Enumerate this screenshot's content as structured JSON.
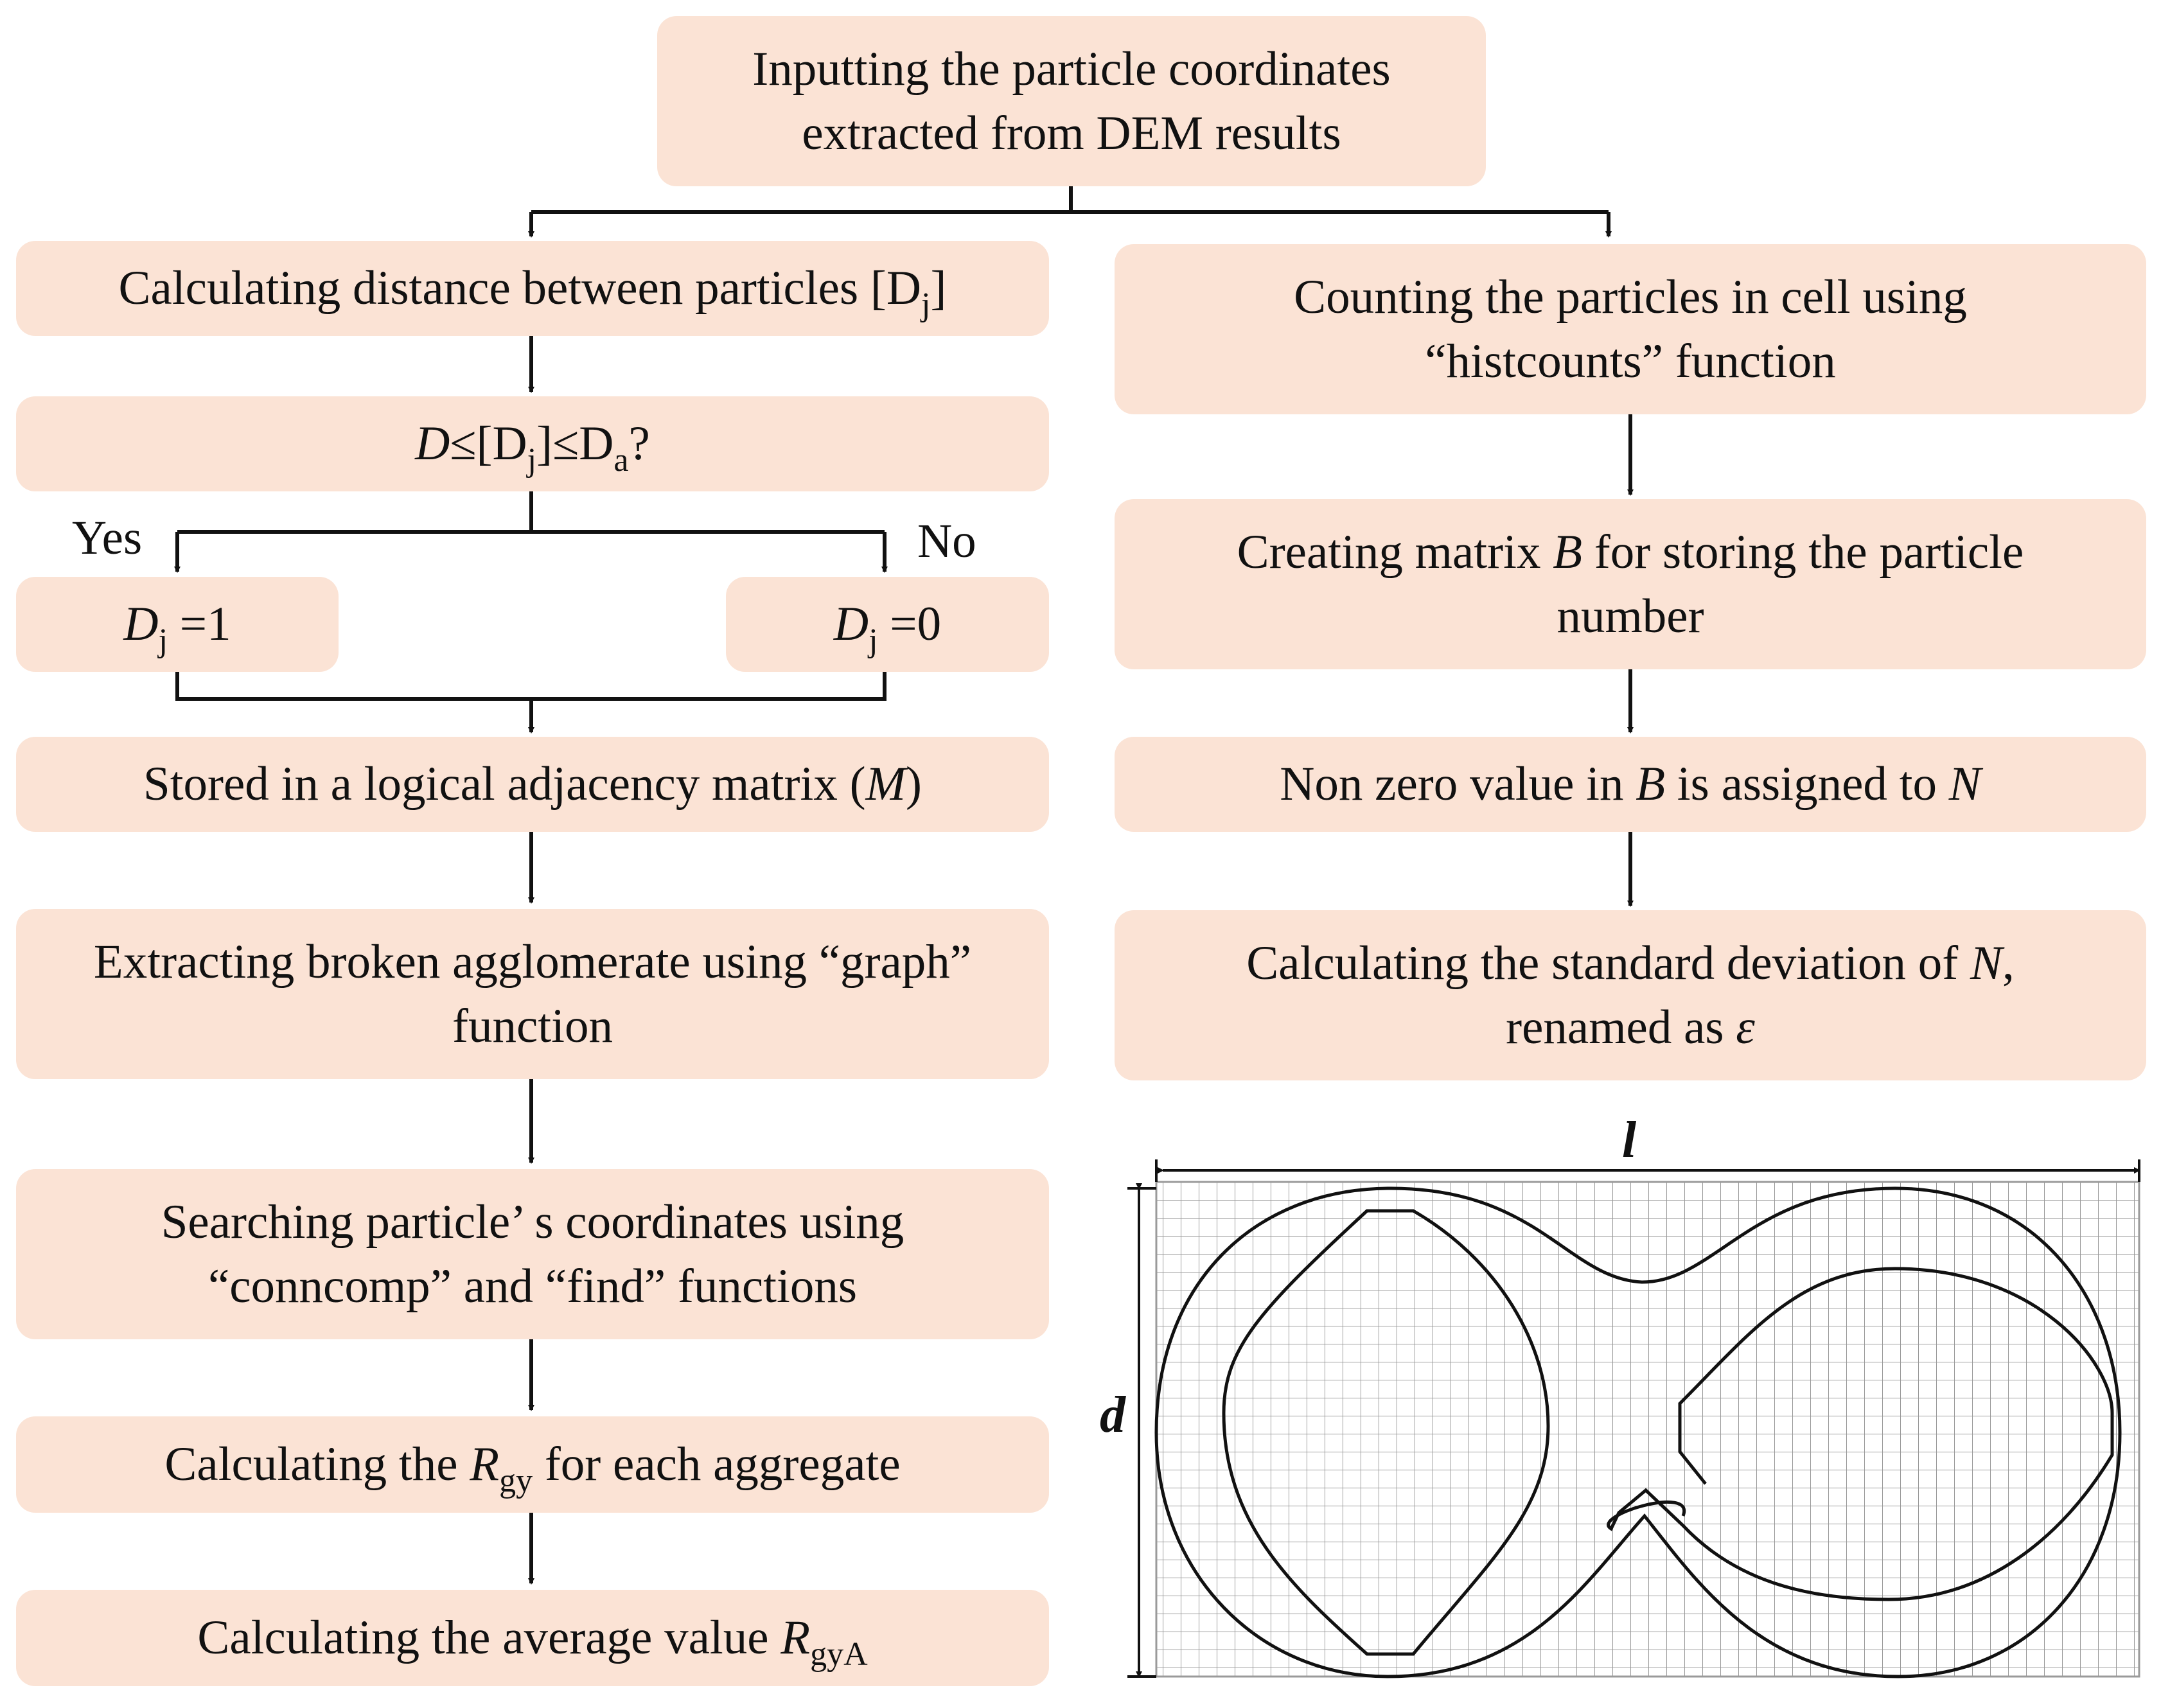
{
  "boxes": {
    "input": "Inputting the particle coordinates extracted from  DEM results",
    "calc_dist": "Calculating distance between particles [D",
    "calc_dist_sub": "j",
    "calc_dist_end": "]",
    "cond_a": "D",
    "cond_b": "≤[D",
    "cond_c": "j",
    "cond_d": "]≤D",
    "cond_e": "a",
    "cond_f": "?",
    "dj1_a": "D",
    "dj1_b": "j",
    "dj1_c": " =1",
    "dj0_a": "D",
    "dj0_b": "j",
    "dj0_c": " =0",
    "stored_a": "Stored in a logical adjacency matrix (",
    "stored_b": "M",
    "stored_c": ")",
    "extract": "Extracting broken agglomerate using “graph” function",
    "search": "Searching particle’ s coordinates using “conncomp” and “find” functions",
    "rgy_a": "Calculating the ",
    "rgy_b": "R",
    "rgy_c": "gy",
    "rgy_d": " for each aggregate",
    "avg_a": "Calculating the average value  ",
    "avg_b": "R",
    "avg_c": "gyA",
    "count": "Counting the particles in cell using “histcounts” function",
    "matrix_a": "Creating matrix ",
    "matrix_b": "B",
    "matrix_c": " for storing the particle number",
    "nonzero_a": "Non zero value in ",
    "nonzero_b": "B",
    "nonzero_c": " is assigned to ",
    "nonzero_d": "N",
    "std_a": "Calculating the standard deviation of ",
    "std_b": "N",
    "std_c": ", renamed as ",
    "std_d": "ε"
  },
  "labels": {
    "yes": "Yes",
    "no": "No",
    "l": "l",
    "d": "d"
  },
  "colors": {
    "box_fill": "#fbe3d5",
    "line": "#111111",
    "grid": "#9a9a9a"
  }
}
